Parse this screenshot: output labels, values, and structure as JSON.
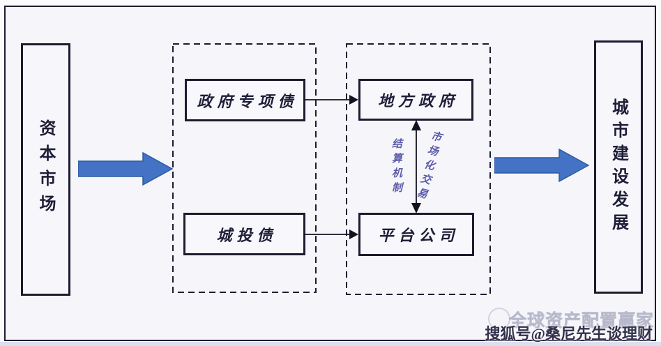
{
  "diagram": {
    "left_node": {
      "label": "资本市场"
    },
    "bond_group": {
      "special_bond_label": "政府专项债",
      "city_bond_label": "城投债"
    },
    "entity_group": {
      "local_gov_label": "地方政府",
      "platform_co_label": "平台公司"
    },
    "link_labels": {
      "settlement": "结算机制",
      "market_trade": "市场化交易"
    },
    "right_node": {
      "label": "城市建设发展"
    }
  },
  "watermark": {
    "line1": "全球资产配置赢家",
    "line2": "搜狐号@桑尼先生谈理财"
  },
  "colors": {
    "flow_arrow_blue": "#4472c4",
    "flow_arrow_blue_border": "#2f5aa0",
    "box_border": "#1c1c30",
    "text_dark": "#1e1e38",
    "link_label_purple": "#5c5cab",
    "background": "#f6f6fa",
    "bottom_strip": "#dbe0f0"
  }
}
